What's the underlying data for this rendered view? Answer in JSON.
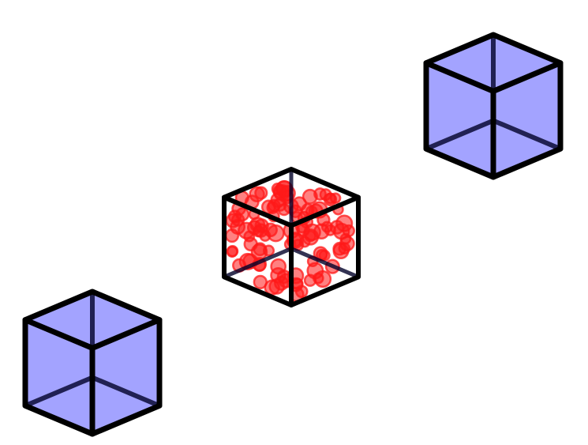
{
  "scene": {
    "background": "#ffffff",
    "outline_color": "#000000",
    "cubes": [
      {
        "id": "cube-bottom-left",
        "fill": "#a3a3ff",
        "contents": "empty"
      },
      {
        "id": "cube-center",
        "fill": "#ffffff",
        "contents": "red-particles",
        "particle_color": "#ff1a1a"
      },
      {
        "id": "cube-top-right",
        "fill": "#a3a3ff",
        "contents": "empty"
      }
    ]
  }
}
